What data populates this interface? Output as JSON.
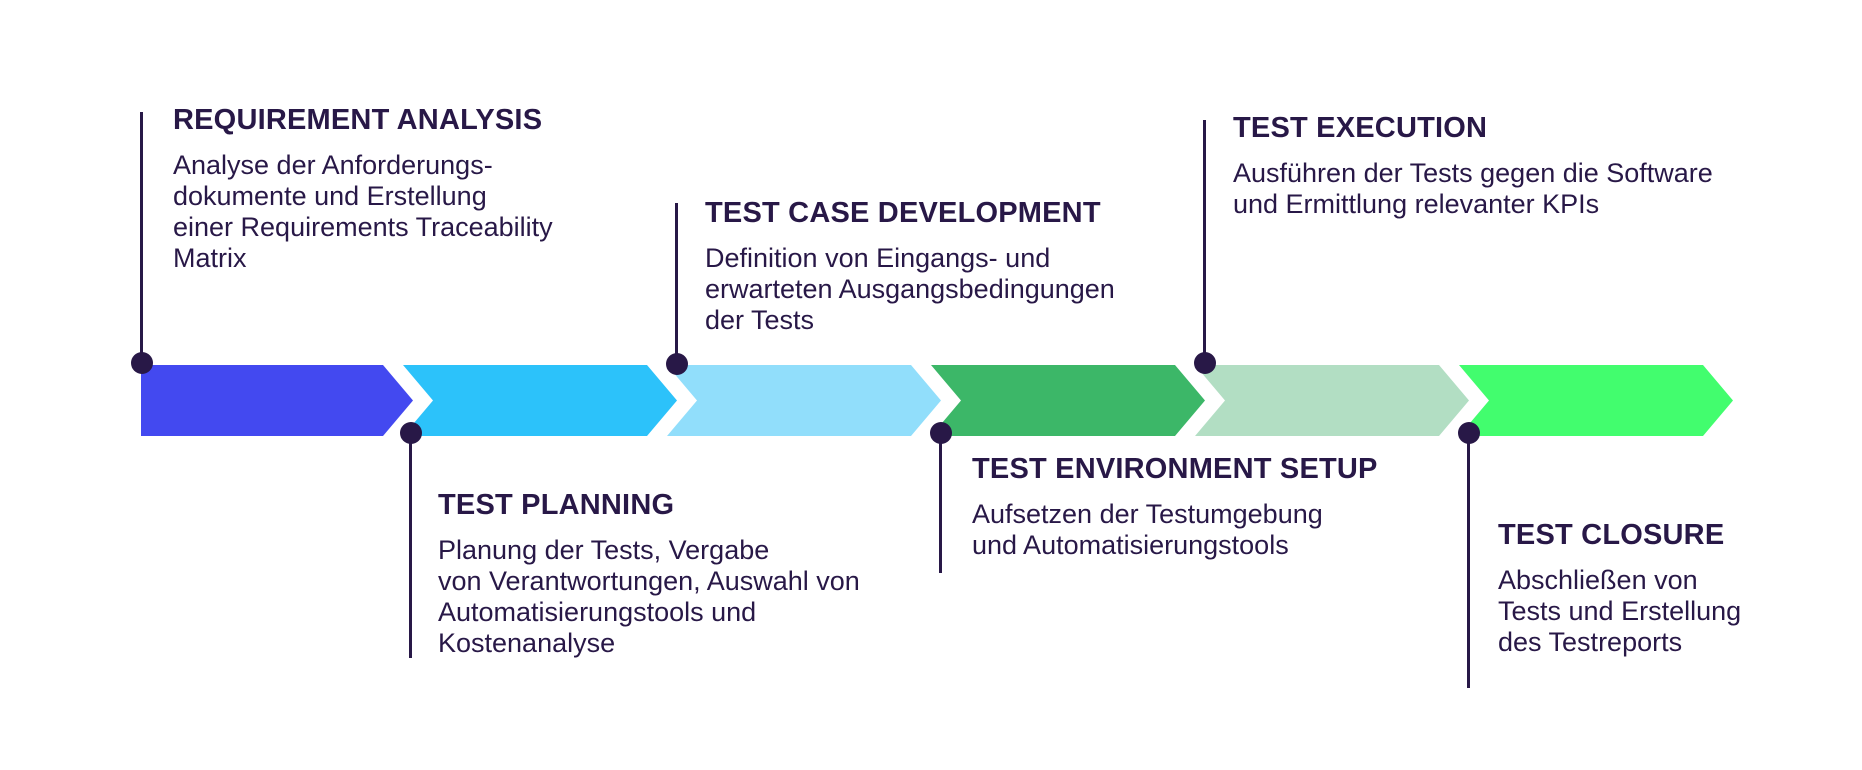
{
  "colors": {
    "text-color": "#281847",
    "connector-color": "#281847",
    "background": "#FFFFFF"
  },
  "phases": [
    {
      "label": "REQUIREMENT ANALYSIS",
      "description": "Analyse der Anforderungs-\ndokumente und Erstellung\neiner Requirements Traceability\nMatrix",
      "arrow_color": "#4349F0",
      "label_position": "above"
    },
    {
      "label": "TEST PLANNING",
      "description": "Planung der Tests, Vergabe\nvon Verantwortungen, Auswahl von\nAutomatisierungstools und\nKostenanalyse",
      "arrow_color": "#2CC2FA",
      "label_position": "below"
    },
    {
      "label": "TEST CASE DEVELOPMENT",
      "description": "Definition von Eingangs- und\nerwarteten Ausgangsbedingungen\nder Tests",
      "arrow_color": "#91DEFB",
      "label_position": "above"
    },
    {
      "label": "TEST ENVIRONMENT SETUP",
      "description": "Aufsetzen der Testumgebung\nund Automatisierungstools",
      "arrow_color": "#3CB768",
      "label_position": "below"
    },
    {
      "label": "TEST EXECUTION",
      "description": "Ausführen der Tests gegen die Software\nund Ermittlung relevanter KPIs",
      "arrow_color": "#B2DEC3",
      "label_position": "above"
    },
    {
      "label": "TEST CLOSURE",
      "description": "Abschließen von\nTests und Erstellung\ndes Testreports",
      "arrow_color": "#42FD6E",
      "label_position": "below"
    }
  ]
}
